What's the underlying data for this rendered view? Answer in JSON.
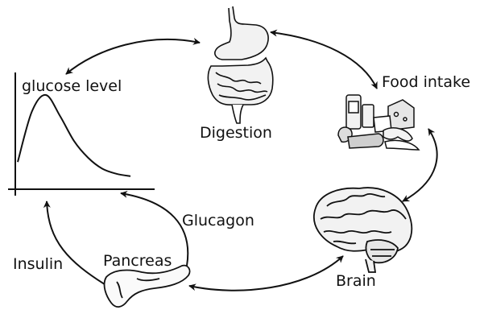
{
  "labels": {
    "glucose_level": "glucose level",
    "digestion": "Digestion",
    "food_intake": "Food intake",
    "brain": "Brain",
    "pancreas": "Pancreas",
    "glucagon": "Glucagon",
    "insulin": "Insulin"
  },
  "chart_data": {
    "type": "line",
    "title": "",
    "xlabel": "",
    "ylabel": "glucose level",
    "series": [
      {
        "values": [
          0.2,
          0.8,
          1.0,
          0.75,
          0.45,
          0.25,
          0.12,
          0.06,
          0.03
        ]
      }
    ],
    "grid": false
  },
  "icons": {
    "digestion": "digestive-system-icon",
    "food": "food-icon",
    "brain": "brain-icon",
    "pancreas": "pancreas-icon"
  },
  "colors": {
    "ink": "#111111",
    "fill": "#f2f2f2",
    "pancreas": "#fafafa"
  }
}
